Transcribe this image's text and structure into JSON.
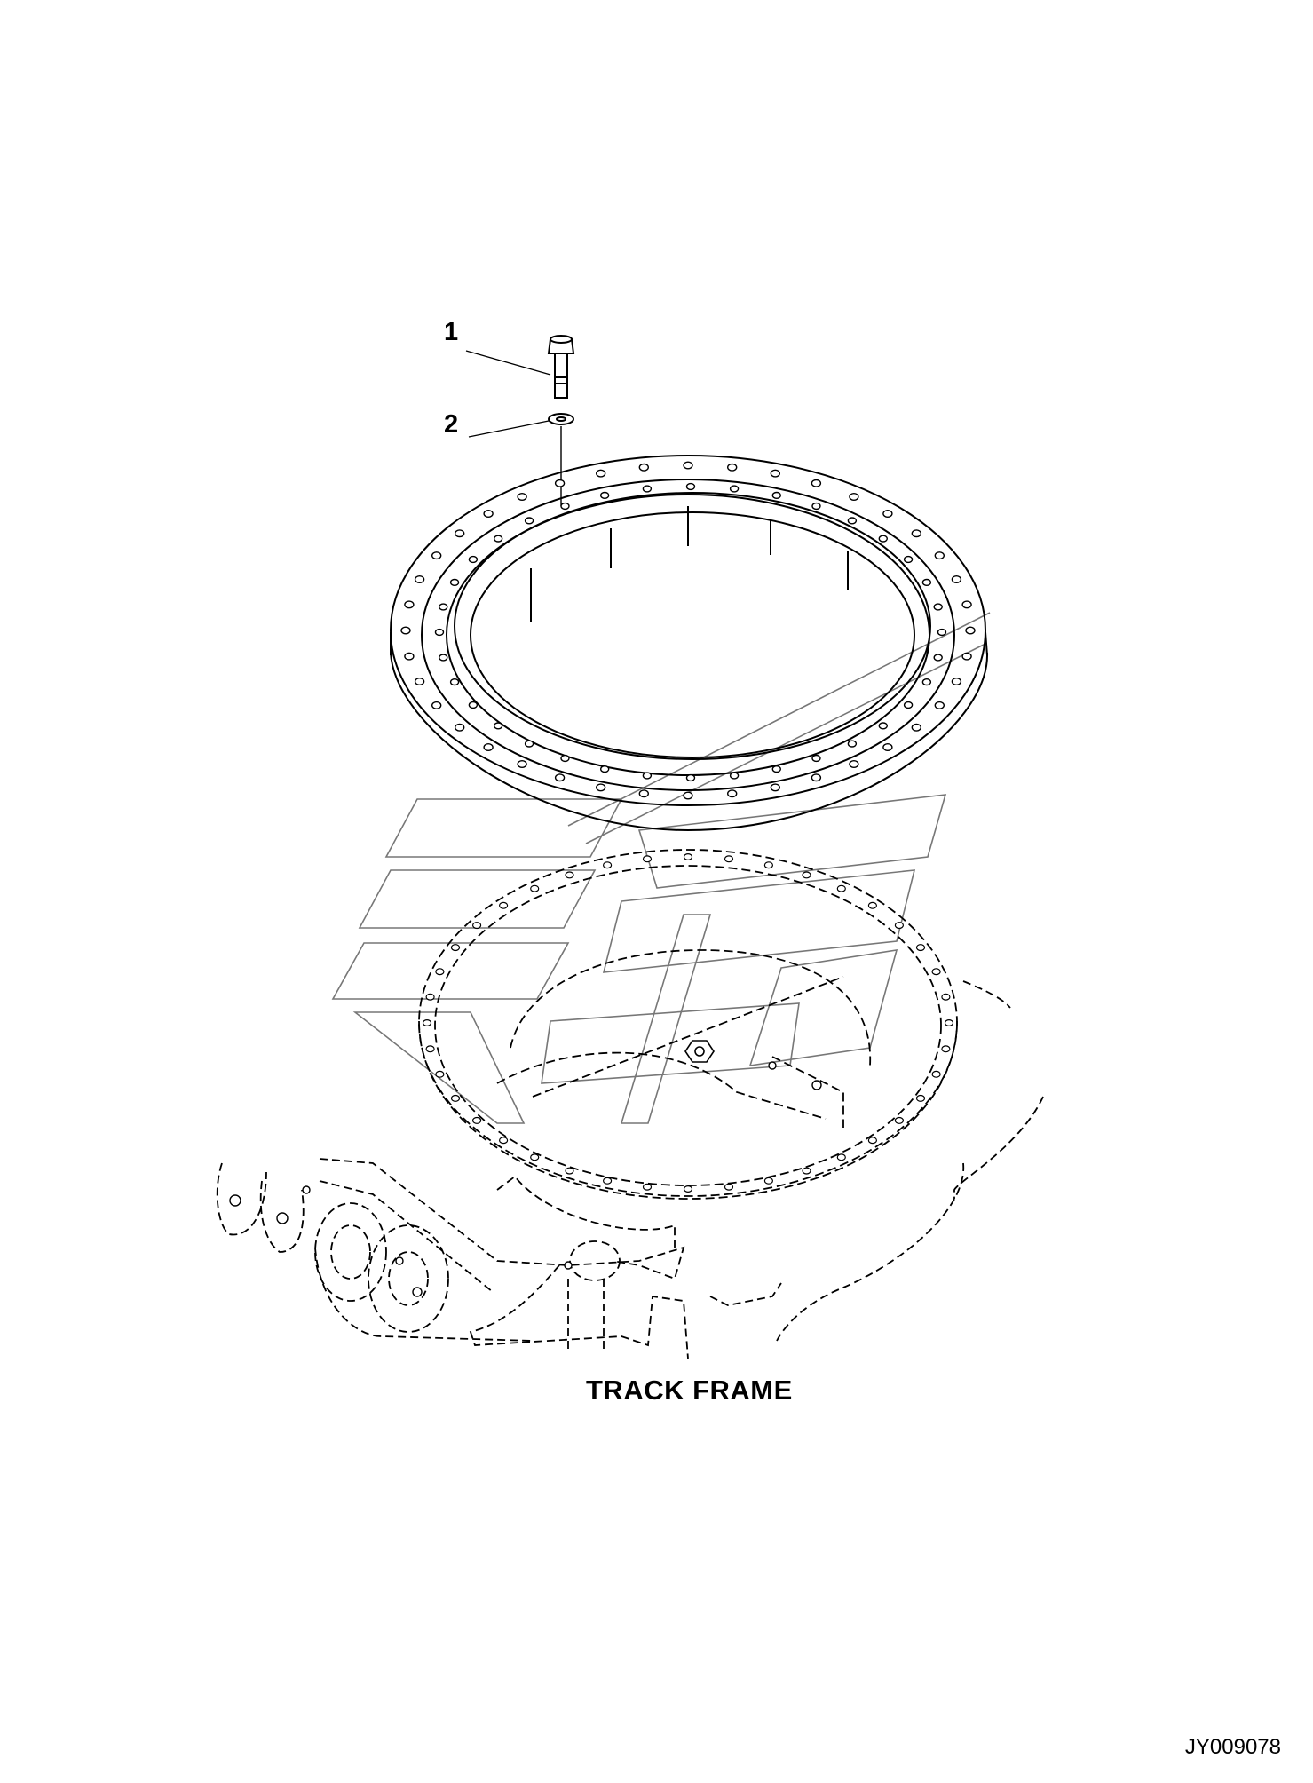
{
  "callouts": [
    {
      "number": "1"
    },
    {
      "number": "2"
    }
  ],
  "caption": "TRACK FRAME",
  "drawing_id": "JY009078"
}
